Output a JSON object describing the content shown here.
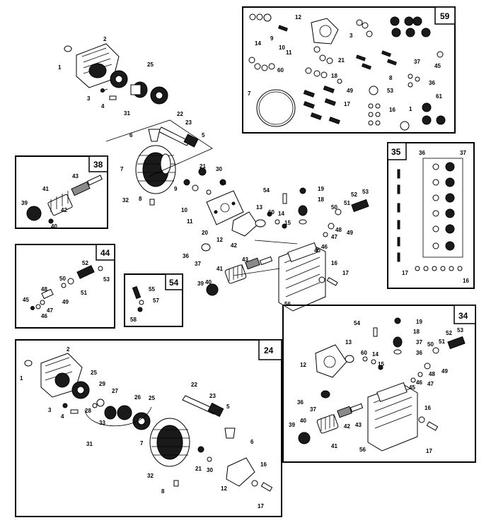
{
  "callouts": {
    "main": [
      "1",
      "2",
      "3",
      "4",
      "5",
      "6",
      "7",
      "8",
      "9",
      "10",
      "11",
      "12",
      "13",
      "14",
      "15",
      "16",
      "17",
      "18",
      "19",
      "20",
      "21",
      "22",
      "23",
      "25",
      "30",
      "31",
      "32",
      "36",
      "37",
      "40",
      "41",
      "42",
      "43",
      "45",
      "46",
      "47",
      "48",
      "49",
      "50",
      "51",
      "52",
      "53",
      "54",
      "56",
      "60",
      "61",
      "39"
    ],
    "b38": [
      "43",
      "41",
      "42",
      "39",
      "40"
    ],
    "b44": [
      "52",
      "53",
      "50",
      "51",
      "48",
      "49",
      "45",
      "47",
      "46"
    ],
    "b54": [
      "55",
      "57",
      "58"
    ],
    "b59": [
      "12",
      "9",
      "11",
      "10",
      "14",
      "3",
      "21",
      "60",
      "18",
      "7",
      "49",
      "53",
      "17",
      "16",
      "1",
      "37",
      "8",
      "45",
      "36",
      "61"
    ],
    "b35": [
      "36",
      "37",
      "17",
      "16"
    ],
    "b24": [
      "1",
      "2",
      "3",
      "4",
      "25",
      "29",
      "28",
      "27",
      "33",
      "26",
      "25",
      "31",
      "22",
      "23",
      "5",
      "6",
      "7",
      "32",
      "8",
      "21",
      "30",
      "12",
      "16",
      "17"
    ],
    "b34": [
      "54",
      "19",
      "18",
      "37",
      "36",
      "13",
      "60",
      "14",
      "15",
      "50",
      "51",
      "52",
      "53",
      "12",
      "36",
      "37",
      "45",
      "46",
      "47",
      "48",
      "49",
      "39",
      "40",
      "41",
      "42",
      "43",
      "56",
      "16",
      "17"
    ]
  },
  "boxes": {
    "b38_title": "38",
    "b44_title": "44",
    "b54_title": "54",
    "b59_title": "59",
    "b35_title": "35",
    "b24_title": "24",
    "b34_title": "34"
  }
}
